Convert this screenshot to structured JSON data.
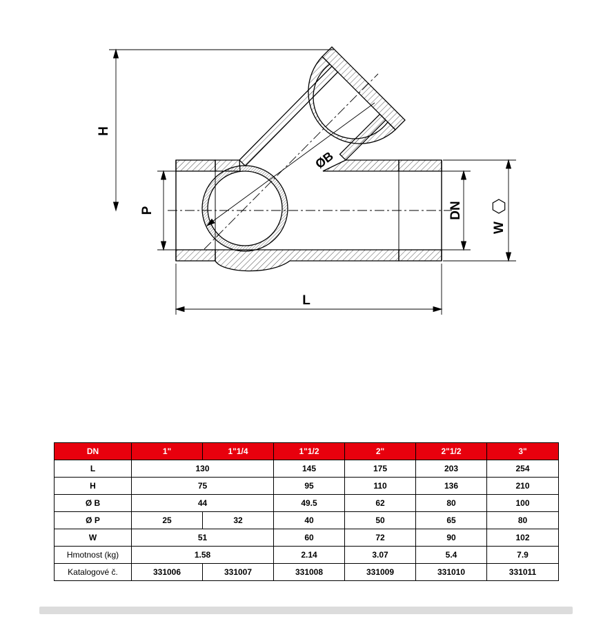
{
  "drawing": {
    "labels": {
      "H": "H",
      "P": "P",
      "L": "L",
      "DN": "DN",
      "W": "W",
      "OB": "ØB"
    }
  },
  "table": {
    "header_label": "DN",
    "header_columns": [
      "1\"",
      "1\"1/4",
      "1\"1/2",
      "2\"",
      "2\"1/2",
      "3\""
    ],
    "rows": [
      {
        "label": "L",
        "cells": [
          "130",
          "145",
          "175",
          "203",
          "254"
        ]
      },
      {
        "label": "H",
        "cells": [
          "75",
          "95",
          "110",
          "136",
          "210"
        ]
      },
      {
        "label": "Ø B",
        "cells": [
          "44",
          "49.5",
          "62",
          "80",
          "100"
        ]
      },
      {
        "label": "Ø P",
        "cells": [
          "25",
          "32",
          "40",
          "50",
          "65",
          "80"
        ]
      },
      {
        "label": "W",
        "cells": [
          "51",
          "60",
          "72",
          "90",
          "102"
        ]
      },
      {
        "label": "Hmotnost (kg)",
        "cells": [
          "1.58",
          "2.14",
          "3.07",
          "5.4",
          "7.9"
        ]
      },
      {
        "label": "Katalogové č.",
        "cells": [
          "331006",
          "331007",
          "331008",
          "331009",
          "331010",
          "331011"
        ]
      }
    ]
  },
  "colors": {
    "header_bg": "#e8000d",
    "line": "#000000"
  }
}
